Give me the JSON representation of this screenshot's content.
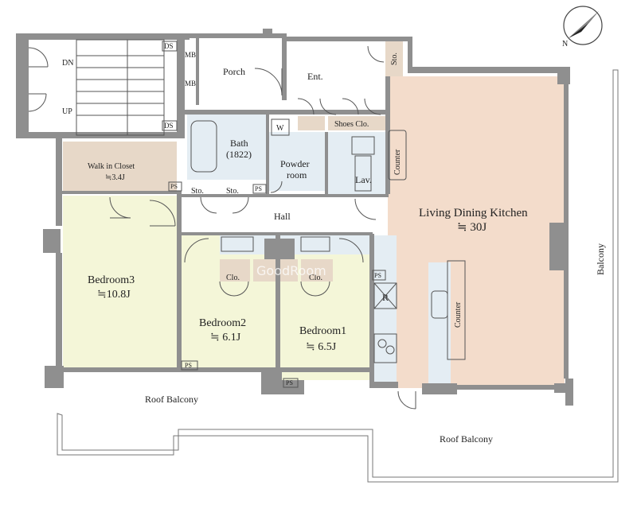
{
  "compass": {
    "mark": "N"
  },
  "colors": {
    "ldk": "#f3dccb",
    "bedroom": "#f4f6d8",
    "wet": "#e4edf3",
    "storage": "#e7d8c8",
    "wall": "#8f8f8f"
  },
  "labels": {
    "stair_dn": "DN",
    "stair_up": "UP",
    "ds": "DS",
    "mb": "MB",
    "ps": "PS",
    "porch": "Porch",
    "entrance": "Ent.",
    "storage_short": "Sto.",
    "shoes_closet": "Shoes Clo.",
    "bath": "Bath",
    "bath_size": "(1822)",
    "washer": "W",
    "powder_room_line1": "Powder",
    "powder_room_line2": "room",
    "lavatory": "Lav.",
    "counter": "Counter",
    "walk_in_closet": "Walk in Closet",
    "walk_in_closet_size": "≒3.4J",
    "hall": "Hall",
    "ldk": "Living Dining Kitchen",
    "ldk_size": "≒ 30J",
    "balcony": "Balcony",
    "bedroom3": "Bedroom3",
    "bedroom3_size": "≒10.8J",
    "bedroom2": "Bedroom2",
    "bedroom2_size": "≒ 6.1J",
    "bedroom1": "Bedroom1",
    "bedroom1_size": "≒ 6.5J",
    "closet": "Clo.",
    "fridge": "R",
    "roof_balcony_left": "Roof Balcony",
    "roof_balcony_bottom": "Roof Balcony",
    "watermark": "GoodRoom"
  }
}
